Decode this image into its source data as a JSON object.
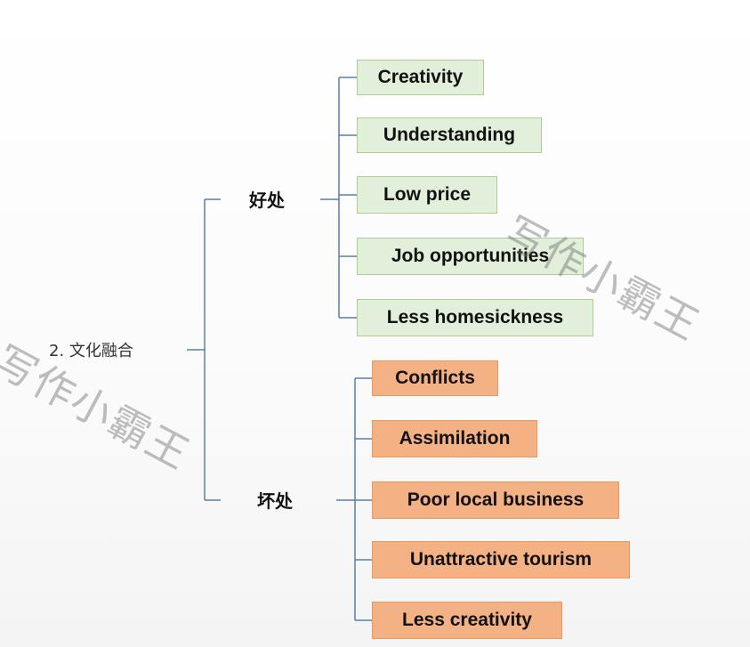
{
  "root": {
    "label": "2. 文化融合"
  },
  "branches": {
    "good": {
      "label": "好处",
      "items": [
        "Creativity",
        "Understanding",
        "Low price",
        "Job opportunities",
        "Less homesickness"
      ]
    },
    "bad": {
      "label": "坏处",
      "items": [
        "Conflicts",
        "Assimilation",
        "Poor local business",
        "Unattractive tourism",
        "Less creativity"
      ]
    }
  },
  "watermark": {
    "text": "写作小霸王"
  },
  "colors": {
    "line": "#5b7fa8",
    "good_fill": "#e2efda",
    "good_border": "#a9d08e",
    "bad_fill": "#f4b183",
    "bad_border": "#e69a60"
  }
}
